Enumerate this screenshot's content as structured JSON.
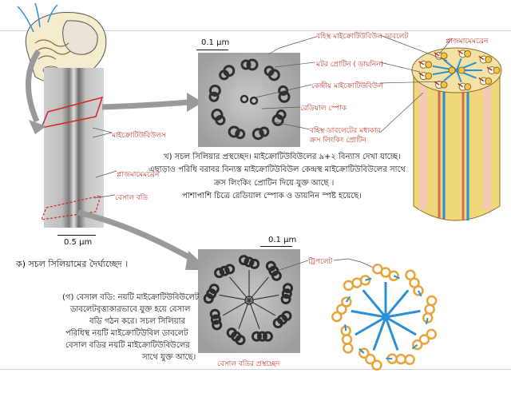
{
  "scale": {
    "top_micrograph": "0.1 μm",
    "bottom_micrograph": "0.1 μm",
    "long_section": "0.5 μm"
  },
  "long_section": {
    "labels": {
      "microtubules": "মাইক্রোটিউবিউলস",
      "plasma_membrane": "প্লাজমামেমব্রেন",
      "basal_body": "বেসাল বডি"
    },
    "caption": "ক) সচল সিলিয়ামের দৈর্ঘ্যচ্ছেদ ।"
  },
  "cross_section": {
    "labels": {
      "outer_doublet": "বহিস্থ মাইক্রোটিউবিউল ডাবলেট",
      "dynein": "মটর প্রোটিন ( ডায়নিন)",
      "central_microtubule": "কেন্দ্রীয় মাইক্রোটিউবিউল",
      "radial_spoke": "রেডিয়াল স্পোক",
      "crosslink_line1": "বহিস্থ ডাবলেটের মধ্যকার",
      "crosslink_line2": "ক্রস লিংকিং প্রোটিন"
    },
    "caption_lines": [
      "খ) সচল সিলিয়ার প্রস্থচ্ছেদ। মাইক্রোটিউবিউলের ৯+২ বিন্যাস দেখা যাচ্ছে।",
      "এছাড়াও পরিধি বরাবর বিন্যস্ত মাইক্রোটিউবিউল কেন্দ্রস্থ মাইক্রোটিউবিউলের সাথে",
      "ক্রস লিংকিং প্রোটিন দিয়ে যুক্ত আছে ।",
      "পাশাপাশি চিত্রে রেডিয়াল স্পোক ও ডায়নিন স্পষ্ট হয়েছে।"
    ]
  },
  "model_3d": {
    "labels": {
      "plasma_membrane": "প্লাজমামেমব্রেন"
    }
  },
  "basal_body": {
    "labels": {
      "triplet": "ট্রিপলেট"
    },
    "micrograph_caption": "বেসাল বডির প্রস্থচ্ছেদ",
    "description_lines": [
      "(গ) বেসাল বডি: নয়টি মাইক্রোটিউবিউলেট",
      "ডাবলেটবৃত্তাকারভাবে যুক্ত হয়ে বেসাল",
      "বডি গঠন করে। সচল সিলিয়ার",
      "পরিধিস্থ নয়টি মাইক্রোটিউবিল ডাবলেট",
      "বেসাল বডির নয়টি মাইক্রোটিউবিউলের",
      "সাথে যুক্ত আছে।"
    ]
  },
  "colors": {
    "label_red": "#c0392b",
    "tubule_blue": "#2b8fd6",
    "ring_orange": "#e8a33a",
    "arrow_gray": "#9a9a9a"
  }
}
